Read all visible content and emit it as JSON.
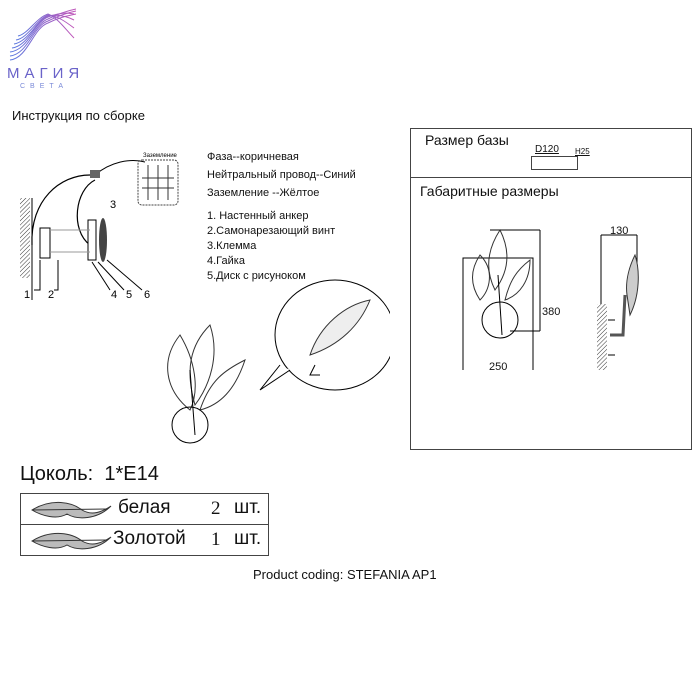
{
  "logo": {
    "name": "МАГИЯ",
    "sub": "СВЕТА"
  },
  "title": "Инструкция по сборке",
  "wiring": {
    "diagram_label": "Заземление",
    "callout_numbers": [
      "1",
      "2",
      "3",
      "4",
      "5",
      "6"
    ],
    "colors": [
      "Фаза--коричневая",
      "Нейтральный провод--Синий",
      "Заземление --Жёлтое"
    ],
    "parts": [
      "1. Настенный анкер",
      "2.Самонарезающий винт",
      "3.Клемма",
      "4.Гайка",
      "5.Диск с рисуноком"
    ]
  },
  "base_size": {
    "label": "Размер базы",
    "diameter": "D120",
    "height": "H25"
  },
  "dimensions": {
    "label": "Габаритные размеры",
    "height": "380",
    "width": "250",
    "depth": "130"
  },
  "socket": {
    "label": "Цоколь:",
    "value": "1*E14"
  },
  "shades": [
    {
      "color": "белая",
      "qty": "2",
      "unit": "шт."
    },
    {
      "color": "Золотой",
      "qty": "1",
      "unit": "шт."
    }
  ],
  "product_coding": "Product coding: STEFANIA AP1"
}
